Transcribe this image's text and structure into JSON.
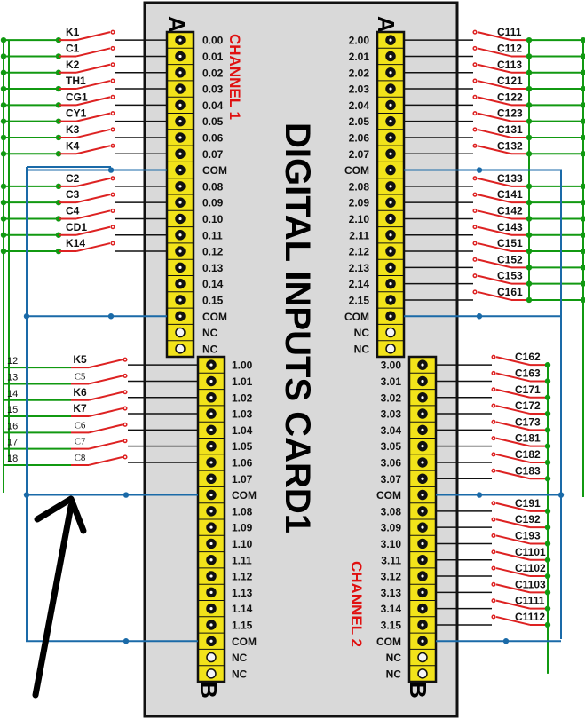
{
  "card_title": "DIGITAL INPUTS CARD1",
  "channel1_label": "CHANNEL 1",
  "channel2_label": "CHANNEL 2",
  "col_a_letter": "A",
  "col_b_letter": "B",
  "colors": {
    "wire_green": "#119911",
    "wire_blue": "#1a6aa8",
    "switch_red": "#dd2222",
    "pin_yellow": "#f2e31a",
    "card_gray": "#d9d9d9"
  },
  "left_top_pins": [
    "0.00",
    "0.01",
    "0.02",
    "0.03",
    "0.04",
    "0.05",
    "0.06",
    "0.07",
    "COM",
    "0.08",
    "0.09",
    "0.10",
    "0.11",
    "0.12",
    "0.13",
    "0.14",
    "0.15",
    "COM",
    "NC",
    "NC"
  ],
  "right_top_pins": [
    "2.00",
    "2.01",
    "2.02",
    "2.03",
    "2.04",
    "2.05",
    "2.06",
    "2.07",
    "COM",
    "2.08",
    "2.09",
    "2.10",
    "2.11",
    "2.12",
    "2.13",
    "2.14",
    "2.15",
    "COM",
    "NC",
    "NC"
  ],
  "left_bottom_pins": [
    "1.00",
    "1.01",
    "1.02",
    "1.03",
    "1.04",
    "1.05",
    "1.06",
    "1.07",
    "COM",
    "1.08",
    "1.09",
    "1.10",
    "1.11",
    "1.12",
    "1.13",
    "1.14",
    "1.15",
    "COM",
    "NC",
    "NC"
  ],
  "right_bottom_pins": [
    "3.00",
    "3.01",
    "3.02",
    "3.03",
    "3.04",
    "3.05",
    "3.06",
    "3.07",
    "COM",
    "3.08",
    "3.09",
    "3.10",
    "3.11",
    "3.12",
    "3.13",
    "3.14",
    "3.15",
    "COM",
    "NC",
    "NC"
  ],
  "left_top_switches": [
    "K1",
    "C1",
    "K2",
    "TH1",
    "CG1",
    "CY1",
    "K3",
    "K4",
    "",
    "C2",
    "C3",
    "C4",
    "CD1",
    "K14"
  ],
  "right_top_switches": [
    "C111",
    "C112",
    "C113",
    "C121",
    "C122",
    "C123",
    "C131",
    "C132",
    "C133",
    "C141",
    "C142",
    "C143",
    "C151",
    "C152",
    "C153",
    "C161"
  ],
  "left_bottom_switches": [
    "K5",
    "C5",
    "K6",
    "K7",
    "C6",
    "C7",
    "C8"
  ],
  "left_bottom_numbers": [
    "12",
    "13",
    "14",
    "15",
    "16",
    "17",
    "18"
  ],
  "right_bottom_switches": [
    "C162",
    "C163",
    "C171",
    "C172",
    "C173",
    "C181",
    "C182",
    "C183",
    "C191",
    "C192",
    "C193",
    "C1101",
    "C1102",
    "C1103",
    "C1111",
    "C1112"
  ]
}
